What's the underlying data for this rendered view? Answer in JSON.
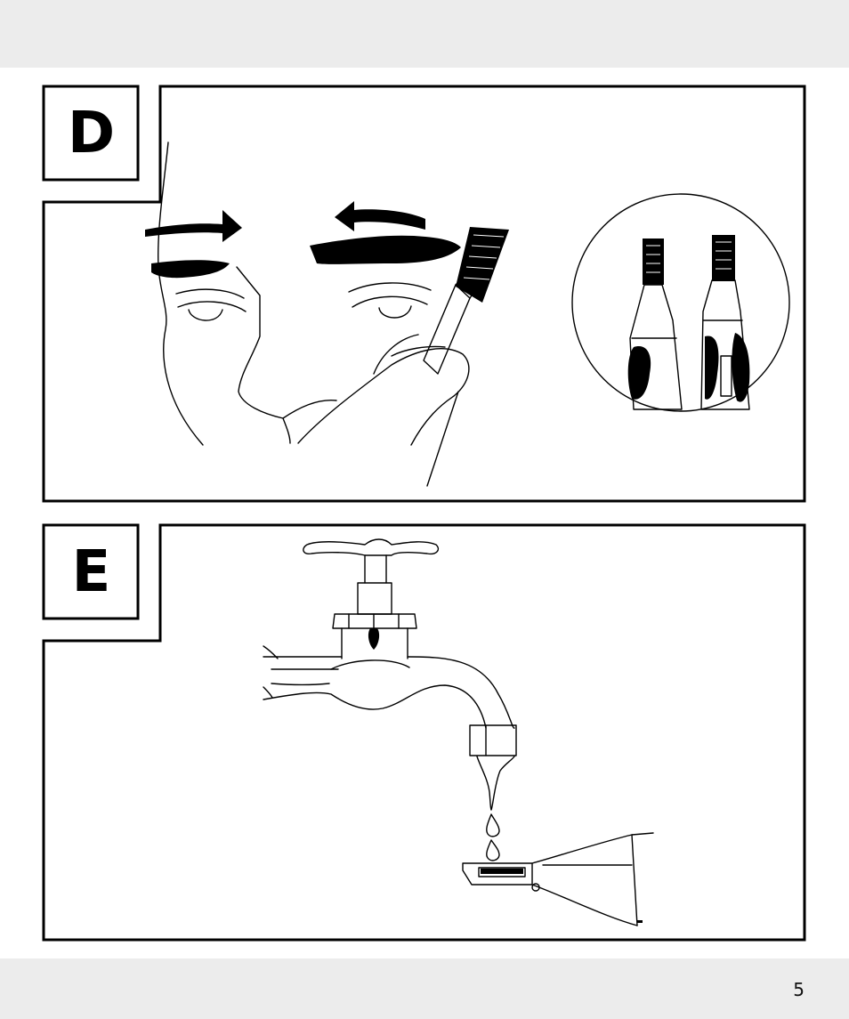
{
  "panels": [
    {
      "label": "D"
    },
    {
      "label": "E"
    }
  ],
  "footer": {
    "page_number": "5"
  },
  "colors": {
    "band": "#ececec",
    "ink": "#000000"
  }
}
